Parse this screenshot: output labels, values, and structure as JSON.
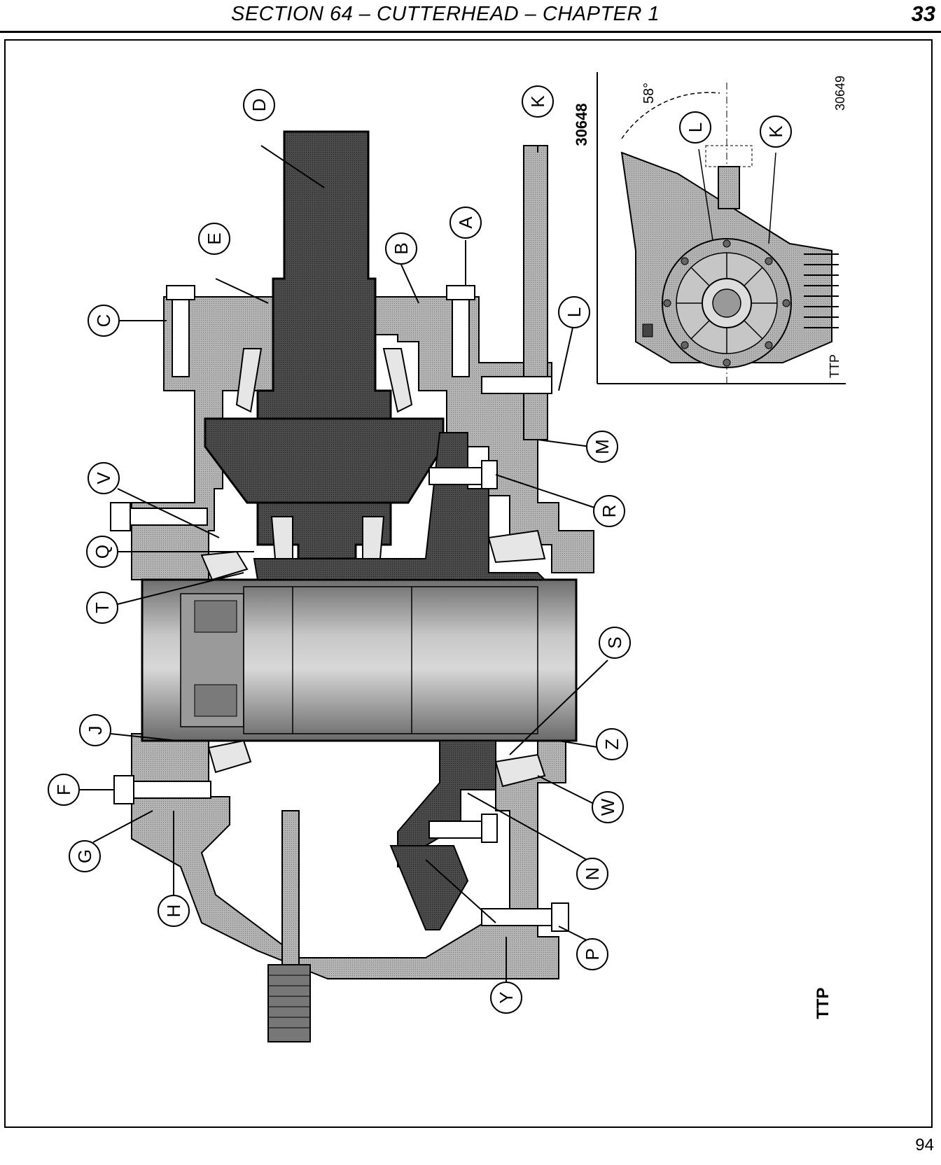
{
  "header": {
    "section_title": "SECTION 64 – CUTTERHEAD – CHAPTER 1",
    "page_number": "33"
  },
  "figure": {
    "number": "94",
    "main_ref": "30648",
    "inset_ref": "30649",
    "inset_angle": "58°",
    "ttp_main": "TTP",
    "ttp_inset": "TTP"
  },
  "callouts": [
    "A",
    "B",
    "C",
    "D",
    "E",
    "F",
    "G",
    "H",
    "J",
    "K",
    "L",
    "M",
    "N",
    "P",
    "Q",
    "R",
    "S",
    "T",
    "V",
    "W",
    "Y",
    "Z"
  ],
  "inset_callouts": [
    "L",
    "K"
  ],
  "colors": {
    "dark_part": "#4a4a4a",
    "mid_part": "#8c8c8c",
    "light_part": "#b9b9b9",
    "housing": "#a8a8a8"
  }
}
